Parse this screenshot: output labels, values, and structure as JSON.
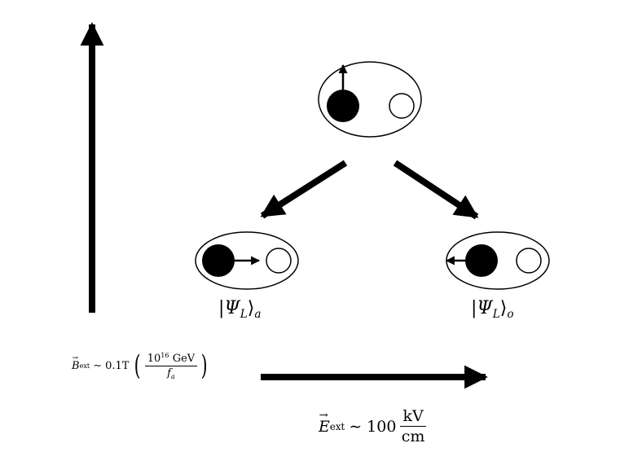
{
  "labels": {
    "state_a": {
      "symbol": "Ψ",
      "subscript": "L",
      "ket_sub": "a"
    },
    "state_o": {
      "symbol": "Ψ",
      "subscript": "L",
      "ket_sub": "o"
    },
    "b_field": {
      "vector": "B",
      "sub": "ext",
      "relation": "∼ 0.1T",
      "frac_num_base": "10",
      "frac_num_exp": "16",
      "frac_num_unit": "GeV",
      "frac_den": "f",
      "frac_den_sub": "a"
    },
    "e_field": {
      "vector": "E",
      "sub": "ext",
      "relation": "∼ 100",
      "frac_num": "kV",
      "frac_den": "cm"
    }
  },
  "colors": {
    "ink": "#000000",
    "fill": "#000000",
    "background": "#ffffff"
  }
}
